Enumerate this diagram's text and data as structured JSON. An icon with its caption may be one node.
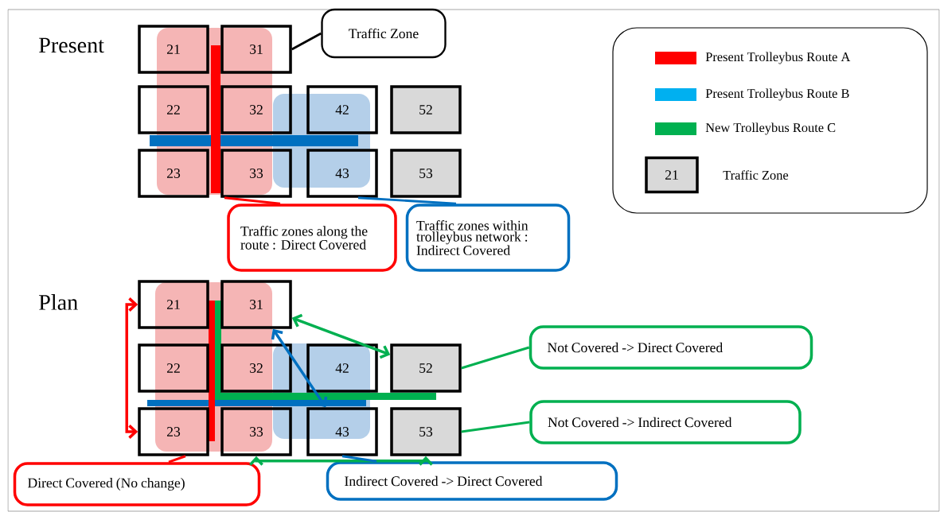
{
  "diagram": {
    "nodes": [
      {
        "text": [
          "21"
        ]
      },
      {
        "text": [
          "31"
        ]
      },
      {
        "text": [
          "Traffic Zone"
        ]
      },
      {
        "text": [
          "22"
        ]
      },
      {
        "text": [
          "32"
        ]
      },
      {
        "text": [
          "42"
        ]
      },
      {
        "text": [
          "52"
        ]
      },
      {
        "text": [
          "23"
        ]
      },
      {
        "text": [
          "33"
        ]
      },
      {
        "text": [
          "43"
        ]
      },
      {
        "text": [
          "53"
        ]
      },
      {
        "text": [
          "Traffic zones along the route : Direct Covered"
        ]
      },
      {
        "text": [
          "Traffic zones within trolleybus network : Indirect Covered"
        ]
      },
      {
        "text": [
          "21"
        ]
      },
      {
        "text": [
          "31"
        ]
      },
      {
        "text": [
          "22"
        ]
      },
      {
        "text": [
          "32"
        ]
      },
      {
        "text": [
          "42"
        ]
      },
      {
        "text": [
          "52"
        ]
      },
      {
        "text": [
          "23"
        ]
      },
      {
        "text": [
          "33"
        ]
      },
      {
        "text": [
          "43"
        ]
      },
      {
        "text": [
          "53"
        ]
      },
      {
        "text": [
          "Not Covered -> Direct Covered"
        ]
      },
      {
        "text": [
          "Not Covered -> Indirect Covered"
        ]
      },
      {
        "text": [
          "Direct Covered (No change)"
        ]
      },
      {
        "text": [
          "Indirect Covered -> Direct Covered"
        ]
      }
    ],
    "edges": [
      {
        "from": 2,
        "to": 1,
        "arrow": "none",
        "color": "#000000"
      },
      {
        "from": 11,
        "to": 8,
        "arrow": "none",
        "color": "#ff0000"
      },
      {
        "from": 12,
        "to": 9,
        "arrow": "none",
        "color": "#0070c0"
      },
      {
        "from": 13,
        "to": 19,
        "arrow": "both",
        "color": "#ff0000"
      },
      {
        "from": 14,
        "to": 21,
        "arrow": "both",
        "color": "#0070c0"
      },
      {
        "from": 14,
        "to": 18,
        "arrow": "both",
        "color": "#00b050"
      },
      {
        "from": 20,
        "to": 22,
        "arrow": "both",
        "color": "#00b050"
      },
      {
        "from": 25,
        "to": 19,
        "arrow": "none",
        "color": "#ff0000"
      },
      {
        "from": 23,
        "to": 18,
        "arrow": "none",
        "color": "#00b050"
      },
      {
        "from": 24,
        "to": 22,
        "arrow": "none",
        "color": "#00b050"
      },
      {
        "from": 26,
        "to": 21,
        "arrow": "none",
        "color": "#0070c0"
      }
    ],
    "labels": [
      "Present",
      "Plan",
      "21"
    ],
    "legend": [
      {
        "text": "Present Trolleybus Route A",
        "color": "#ff0000"
      },
      {
        "text": "Present Trolleybus Route B",
        "color": "#00b0f0"
      },
      {
        "text": "New Trolleybus Route C",
        "color": "#00b050"
      },
      {
        "text": "Traffic Zone"
      }
    ]
  }
}
